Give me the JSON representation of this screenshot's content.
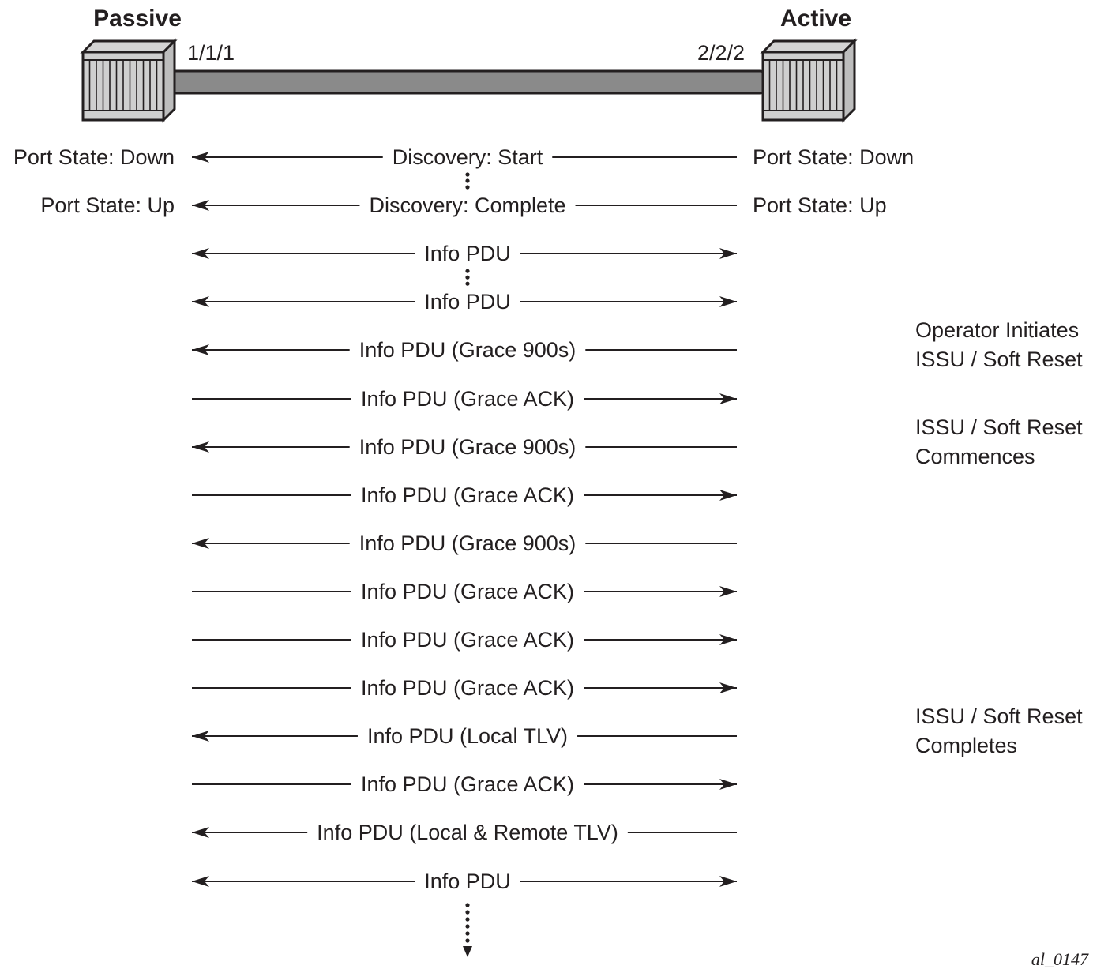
{
  "devices": {
    "passive": {
      "title": "Passive",
      "port": "1/1/1"
    },
    "active": {
      "title": "Active",
      "port": "2/2/2"
    }
  },
  "messages": [
    {
      "label": "Discovery: Start",
      "direction": "left",
      "left_state": "Port State: Down",
      "right_state": "Port State: Down"
    },
    {
      "label": "Discovery: Complete",
      "direction": "left",
      "left_state": "Port State: Up",
      "right_state": "Port State: Up"
    },
    {
      "label": "Info PDU",
      "direction": "both"
    },
    {
      "label": "Info PDU",
      "direction": "both"
    },
    {
      "label": "Info PDU (Grace 900s)",
      "direction": "left"
    },
    {
      "label": "Info PDU (Grace ACK)",
      "direction": "right"
    },
    {
      "label": "Info PDU (Grace 900s)",
      "direction": "left"
    },
    {
      "label": "Info PDU (Grace ACK)",
      "direction": "right"
    },
    {
      "label": "Info PDU (Grace 900s)",
      "direction": "left"
    },
    {
      "label": "Info PDU (Grace ACK)",
      "direction": "right"
    },
    {
      "label": "Info PDU (Grace ACK)",
      "direction": "right"
    },
    {
      "label": "Info PDU (Grace ACK)",
      "direction": "right"
    },
    {
      "label": "Info PDU (Local TLV)",
      "direction": "left"
    },
    {
      "label": "Info PDU (Grace ACK)",
      "direction": "right"
    },
    {
      "label": "Info PDU (Local & Remote TLV)",
      "direction": "left"
    },
    {
      "label": "Info PDU",
      "direction": "both"
    }
  ],
  "notes": [
    {
      "lines": [
        "Operator Initiates",
        "ISSU / Soft Reset"
      ],
      "row": 4
    },
    {
      "lines": [
        "ISSU / Soft Reset",
        "Commences"
      ],
      "row": 6
    },
    {
      "lines": [
        "ISSU / Soft Reset",
        "Completes"
      ],
      "row": 12
    }
  ],
  "figure_id": "al_0147"
}
